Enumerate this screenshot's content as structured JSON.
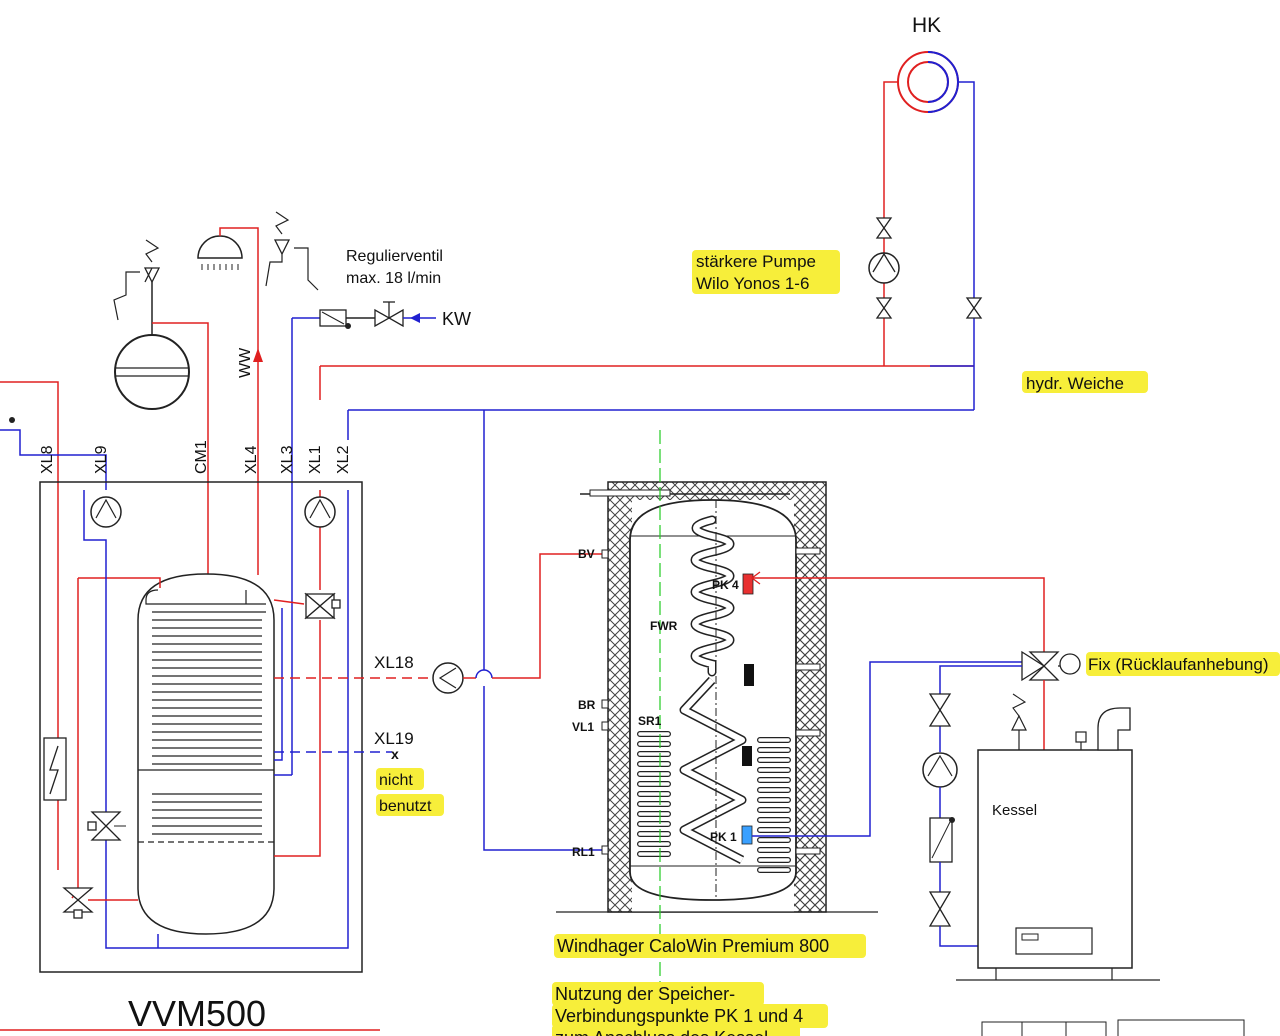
{
  "labels": {
    "hk": "HK",
    "regulierventil_line1": "Regulierventil",
    "regulierventil_line2": "max. 18 l/min",
    "kw": "KW",
    "ww": "WW",
    "pumpe_line1": "stärkere Pumpe",
    "pumpe_line2": "Wilo Yonos 1-6",
    "weiche": "hydr. Weiche",
    "xl8": "XL8",
    "xl9": "XL9",
    "cm1": "CM1",
    "xl4": "XL4",
    "xl3": "XL3",
    "xl1": "XL1",
    "xl2": "XL2",
    "xl18": "XL18",
    "xl19": "XL19",
    "x_mark": "x",
    "nicht": "nicht",
    "benutzt": "benutzt",
    "bv": "BV",
    "br": "BR",
    "vl1": "VL1",
    "rl1": "RL1",
    "fwr": "FWR",
    "sr1": "SR1",
    "pk4": "PK 4",
    "pk1": "PK 1",
    "fix": "Fix (Rücklaufanhebung)",
    "kessel": "Kessel",
    "windhager": "Windhager CaloWin Premium 800",
    "nutzung_line1": "Nutzung der Speicher-",
    "nutzung_line2": "Verbindungspunkte PK 1 und 4",
    "nutzung_line3": "zum Anschluss des Kessel",
    "vvm": "VVM500"
  },
  "colors": {
    "supply": "#e02020",
    "return": "#2020d0",
    "centerline": "#22cc22",
    "highlight": "#f7ee3a",
    "line": "#222222",
    "pk4_sensor": "#e83030",
    "pk1_sensor": "#3aa0ff"
  }
}
